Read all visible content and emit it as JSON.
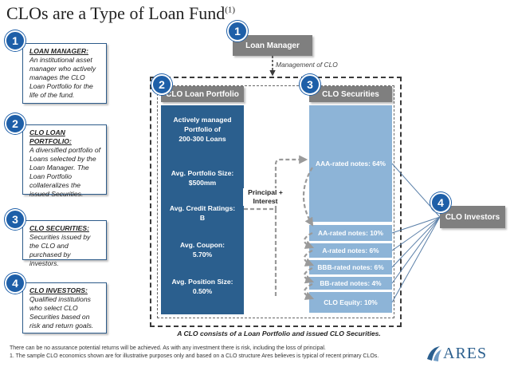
{
  "title": {
    "text": "CLOs are a Type of Loan Fund",
    "footnote_ref": "(1)"
  },
  "sidebar": {
    "items": [
      {
        "num": "1",
        "head": "LOAN MANAGER:",
        "body": "An institutional asset manager who actively manages the CLO Loan Portfolio for the life of the fund."
      },
      {
        "num": "2",
        "head": "CLO LOAN PORTFOLIO:",
        "body": "A diversified portfolio of Loans selected by the Loan Manager. The Loan Portfolio collateralizes the issued Securities."
      },
      {
        "num": "3",
        "head": "CLO SECURITIES:",
        "body": "Securities issued by the CLO and purchased by investors."
      },
      {
        "num": "4",
        "head": "CLO INVESTORS:",
        "body": "Qualified institutions who select CLO Securities based on risk and return goals."
      }
    ]
  },
  "diagram": {
    "loan_manager": {
      "num": "1",
      "label": "Loan Manager"
    },
    "management_caption": "Management of CLO",
    "portfolio": {
      "num": "2",
      "header": "CLO Loan Portfolio",
      "intro": [
        "Actively managed",
        "Portfolio of",
        "200-300 Loans"
      ],
      "stats": [
        {
          "label": "Avg. Portfolio Size:",
          "value": "$500mm"
        },
        {
          "label": "Avg. Credit Ratings:",
          "value": "B"
        },
        {
          "label": "Avg. Coupon:",
          "value": "5.70%"
        },
        {
          "label": "Avg. Position Size:",
          "value": "0.50%"
        }
      ]
    },
    "flow_label": [
      "Principal +",
      "Interest"
    ],
    "securities": {
      "num": "3",
      "header": "CLO Securities",
      "tranches": [
        {
          "label": "AAA-rated notes: 64%"
        },
        {
          "label": "AA-rated notes: 10%"
        },
        {
          "label": "A-rated notes: 6%"
        },
        {
          "label": "BBB-rated notes: 6%"
        },
        {
          "label": "BB-rated notes: 4%"
        },
        {
          "label": "CLO Equity: 10%"
        }
      ]
    },
    "investors": {
      "num": "4",
      "label": "CLO Investors"
    },
    "caption": "A CLO consists of a Loan Portfolio and issued CLO Securities."
  },
  "footnotes": [
    "There can be no assurance potential returns will be achieved. As with any investment there is risk, including the loss of principal.",
    "1.      The sample CLO economics shown are for illustrative purposes only and based on a CLO structure Ares believes is typical of recent primary CLOs."
  ],
  "logo": {
    "text": "ARES"
  },
  "colors": {
    "navy": "#2b5f8e",
    "light_blue": "#8db4d7",
    "grey": "#7f7f7f",
    "badge": "#1e5fa8"
  }
}
